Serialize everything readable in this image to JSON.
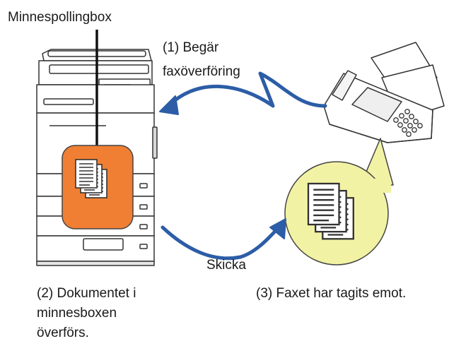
{
  "labels": {
    "memory_box": "Minnespollingbox",
    "request_line1": "(1) Begär",
    "request_line2": "faxöverföring",
    "send": "Skicka",
    "step2_line1": "(2) Dokumentet i",
    "step2_line2": "minnesboxen",
    "step2_line3": "överförs.",
    "step3": "(3) Faxet har tagits emot."
  },
  "colors": {
    "arrow": "#2c5da6",
    "memory_box_fill": "#f07f33",
    "received_bubble_fill": "#f2f2a4",
    "outline": "#333333"
  },
  "icons": {
    "copier": "multifunction-printer-icon",
    "fax": "fax-machine-icon",
    "documents": "document-stack-icon"
  }
}
